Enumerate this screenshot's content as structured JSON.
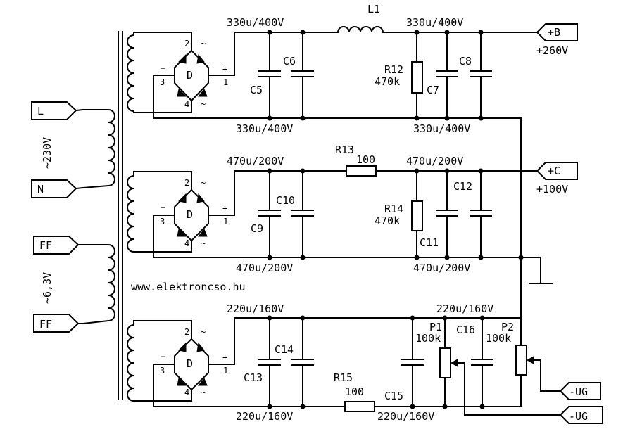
{
  "watermark": "www.elektroncso.hu",
  "inputs": {
    "mains_L": "L",
    "mains_N": "N",
    "mains_voltage": "~230V",
    "heater_top": "FF",
    "heater_bottom": "FF",
    "heater_voltage": "~6,3V"
  },
  "bridge": {
    "pin_top": "2",
    "pin_left": "3",
    "pin_bottom": "4",
    "pin_right": "1",
    "minus": "−",
    "plus": "+",
    "tilde": "~",
    "name": "D"
  },
  "rails": {
    "plus_b": {
      "connector": "+B",
      "voltage": "+260V"
    },
    "plus_c": {
      "connector": "+C",
      "voltage": "+100V"
    },
    "ug1": {
      "connector": "-UG"
    },
    "ug2": {
      "connector": "-UG"
    }
  },
  "sections": {
    "b": {
      "cap_value_top_left": "330u/400V",
      "cap_value_top_right": "330u/400V",
      "cap_value_bottom_left": "330u/400V",
      "cap_value_bottom_right": "330u/400V",
      "inductor": "L1",
      "c5": "C5",
      "c6": "C6",
      "c7": "C7",
      "c8": "C8",
      "resistor_name": "R12",
      "resistor_value": "470k"
    },
    "c": {
      "cap_value_top_left": "470u/200V",
      "cap_value_top_right": "470u/200V",
      "cap_value_bottom_left": "470u/200V",
      "cap_value_bottom_right": "470u/200V",
      "series_name": "R13",
      "series_value": "100",
      "c9": "C9",
      "c10": "C10",
      "c11": "C11",
      "c12": "C12",
      "resistor_name": "R14",
      "resistor_value": "470k"
    },
    "ug": {
      "cap_value_top_left": "220u/160V",
      "cap_value_top_right": "220u/160V",
      "cap_value_bottom_left": "220u/160V",
      "cap_value_bottom_right": "220u/160V",
      "series_name": "R15",
      "series_value": "100",
      "c13": "C13",
      "c14": "C14",
      "c15": "C15",
      "c16": "C16",
      "p1_name": "P1",
      "p1_value": "100k",
      "p2_name": "P2",
      "p2_value": "100k"
    }
  }
}
